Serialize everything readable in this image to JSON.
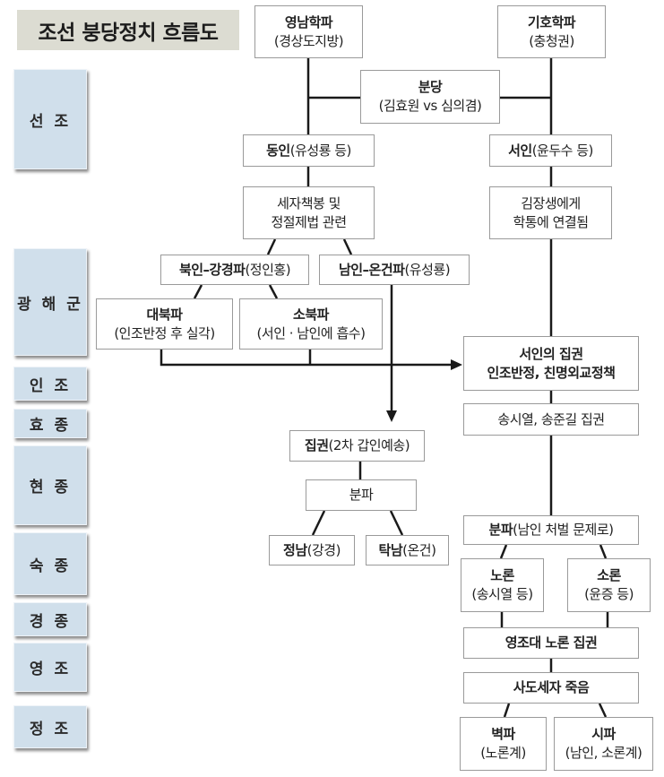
{
  "title": "조선 붕당정치 흐름도",
  "eras": [
    {
      "label": "선 조"
    },
    {
      "label": "광 해 군"
    },
    {
      "label": "인 조"
    },
    {
      "label": "효 종"
    },
    {
      "label": "현 종"
    },
    {
      "label": "숙 종"
    },
    {
      "label": "경 종"
    },
    {
      "label": "영 조"
    },
    {
      "label": "정 조"
    }
  ],
  "nodes": {
    "yeongnam": {
      "title": "영남학파",
      "sub": "(경상도지방)"
    },
    "giho": {
      "title": "기호학파",
      "sub": "(충청권)"
    },
    "bundang": {
      "title": "분당",
      "sub": "(김효원 vs 심의겸)"
    },
    "dongin": {
      "title": "동인",
      "sub": "(유성룡 등)"
    },
    "seoin": {
      "title": "서인",
      "sub": "(윤두수 등)"
    },
    "seja": {
      "line1": "세자책봉 및",
      "line2": "정절제법 관련"
    },
    "kimjangsaeng": {
      "line1": "김장생에게",
      "line2": "학통에 연결됨"
    },
    "bugin": {
      "title": "북인–강경파",
      "sub": "(정인홍)"
    },
    "namin": {
      "title": "남인–온건파",
      "sub": "(유성룡)"
    },
    "daebuk": {
      "title": "대북파",
      "sub": "(인조반정 후 실각)"
    },
    "sobuk": {
      "title": "소북파",
      "sub": "(서인 · 남인에 흡수)"
    },
    "seoin_power": {
      "line1": "서인의 집권",
      "line2": "인조반정, 친명외교정책"
    },
    "song": {
      "text": "송시열, 송준길 집권"
    },
    "jipgwon2": {
      "title": "집권",
      "sub": "(2차 갑인예송)"
    },
    "bunpa1": {
      "text": "분파"
    },
    "cheongnam": {
      "title": "정남",
      "sub": "(강경)"
    },
    "takmam": {
      "title": "탁남",
      "sub": "(온건)"
    },
    "bunpa2": {
      "title": "분파",
      "sub": "(남인 처벌 문제로)"
    },
    "noron": {
      "title": "노론",
      "sub": "(송시열 등)"
    },
    "soron": {
      "title": "소론",
      "sub": "(윤증 등)"
    },
    "yeongjo_noron": {
      "text": "영조대 노론 집권"
    },
    "sado": {
      "text": "사도세자 죽음"
    },
    "byeokpa": {
      "title": "벽파",
      "sub": "(노론계)"
    },
    "sipa": {
      "title": "시파",
      "sub": "(남인, 소론계)"
    }
  }
}
